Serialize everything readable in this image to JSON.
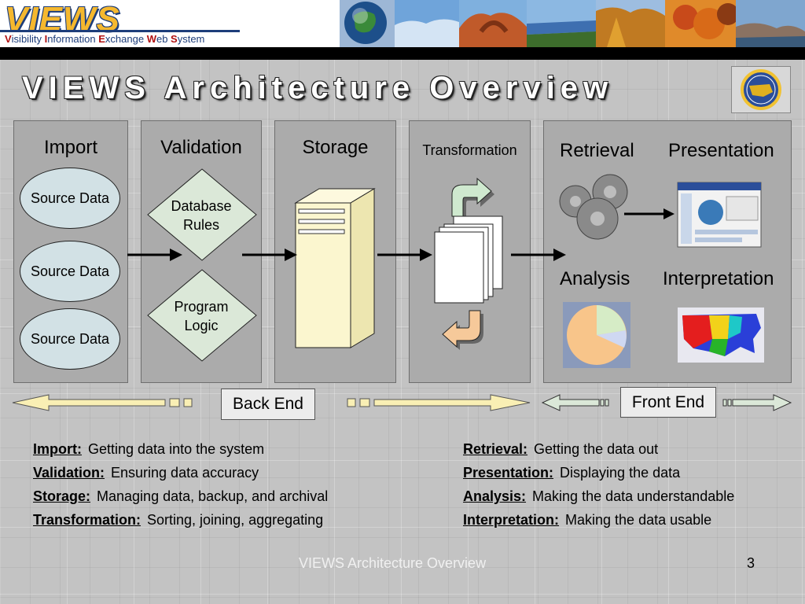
{
  "header": {
    "logo_text": "VIEWS",
    "logo_subtitle_parts": [
      {
        "cap": "V",
        "rest": "isibility "
      },
      {
        "cap": "I",
        "rest": "nformation "
      },
      {
        "cap": "E",
        "rest": "xchange "
      },
      {
        "cap": "W",
        "rest": "eb "
      },
      {
        "cap": "S",
        "rest": "ystem"
      }
    ]
  },
  "slide": {
    "title": "VIEWS Architecture Overview"
  },
  "columns": {
    "import": {
      "label": "Import",
      "items": [
        "Source Data",
        "Source Data",
        "Source Data"
      ]
    },
    "validation": {
      "label": "Validation",
      "items": [
        "Database Rules",
        "Program Logic"
      ]
    },
    "storage": {
      "label": "Storage"
    },
    "transformation": {
      "label": "Transformation"
    },
    "front": {
      "retrieval": "Retrieval",
      "presentation": "Presentation",
      "analysis": "Analysis",
      "interpretation": "Interpretation"
    }
  },
  "arrows": {
    "back_end": "Back End",
    "front_end": "Front End"
  },
  "definitions": {
    "left": [
      {
        "term": "Import:",
        "desc": "Getting data into the system"
      },
      {
        "term": "Validation:",
        "desc": "Ensuring data accuracy"
      },
      {
        "term": "Storage:",
        "desc": "Managing data, backup, and archival"
      },
      {
        "term": "Transformation:",
        "desc": "Sorting, joining, aggregating"
      }
    ],
    "right": [
      {
        "term": "Retrieval:",
        "desc": "Getting the data out"
      },
      {
        "term": "Presentation:",
        "desc": "Displaying the data"
      },
      {
        "term": "Analysis:",
        "desc": "Making the data understandable"
      },
      {
        "term": "Interpretation:",
        "desc": "Making the data usable"
      }
    ]
  },
  "footer": {
    "text": "VIEWS Architecture Overview",
    "page_number": "3"
  },
  "colors": {
    "panel": "#ababab",
    "ellipse_fill": "#d2e1e5",
    "diamond_fill": "#dbe8d8",
    "server_fill": "#fbf6cf",
    "arrow_fill": "#f9efb4",
    "logo_gold": "#f5b82e",
    "logo_navy": "#1d3d7a"
  },
  "icons": [
    "globe-photo",
    "landscape-photo",
    "gear-icon",
    "web-page-icon",
    "pie-chart-icon",
    "us-map-icon",
    "server-icon",
    "documents-icon",
    "seal-icon"
  ]
}
